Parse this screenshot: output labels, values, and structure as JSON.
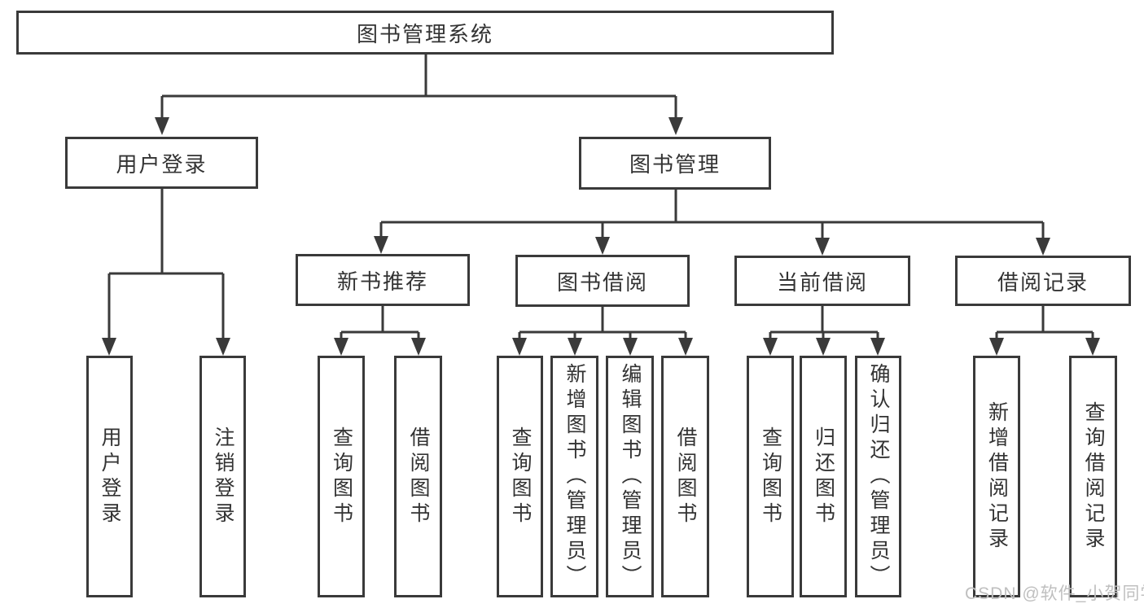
{
  "page": {
    "background": "#ffffff"
  },
  "colors": {
    "line": "#3a3a3a",
    "box_border": "#3a3a3a",
    "text": "#333333",
    "watermark": "#bfbfbf"
  },
  "nodes": {
    "root": "图书管理系统",
    "user_login_group": "用户登录",
    "book_mgmt": "图书管理",
    "user_login": "用户登录",
    "logout": "注销登录",
    "new_rec": "新书推荐",
    "book_borrow": "图书借阅",
    "current_borrow": "当前借阅",
    "borrow_record": "借阅记录",
    "rec_query": "查询图书",
    "rec_borrow": "借阅图书",
    "bb_query": "查询图书",
    "bb_add": "新增图书（管理员）",
    "bb_edit": "编辑图书（管理员）",
    "bb_borrow": "借阅图书",
    "cb_query": "查询图书",
    "cb_return": "归还图书",
    "cb_confirm": "确认归还（管理员）",
    "br_add": "新增借阅记录",
    "br_query": "查询借阅记录"
  },
  "hierarchy": {
    "图书管理系统": {
      "用户登录": [
        "用户登录",
        "注销登录"
      ],
      "图书管理": {
        "新书推荐": [
          "查询图书",
          "借阅图书"
        ],
        "图书借阅": [
          "查询图书",
          "新增图书（管理员）",
          "编辑图书（管理员）",
          "借阅图书"
        ],
        "当前借阅": [
          "查询图书",
          "归还图书",
          "确认归还（管理员）"
        ],
        "借阅记录": [
          "新增借阅记录",
          "查询借阅记录"
        ]
      }
    }
  },
  "watermark": {
    "text": "CSDN @软件_小贺同学"
  }
}
